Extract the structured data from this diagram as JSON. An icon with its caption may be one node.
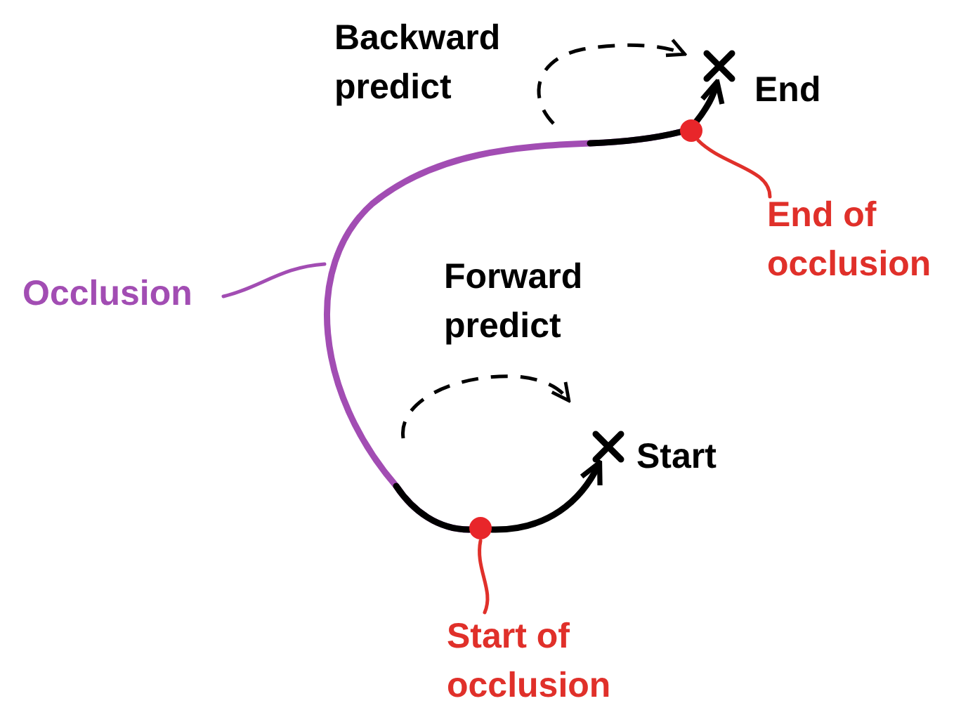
{
  "diagram": {
    "nodes": [
      {
        "text": [],
        "shape": "cross",
        "beside": [
          "End"
        ]
      },
      {
        "text": [],
        "shape": "circle"
      },
      {
        "text": [
          "End of occlusion"
        ]
      },
      {
        "text": [
          "Occlusion"
        ]
      },
      {
        "text": [],
        "shape": "cross",
        "beside": [
          "Start"
        ]
      },
      {
        "text": [],
        "shape": "circle"
      },
      {
        "text": [
          "Start of occlusion"
        ]
      }
    ],
    "edges": [
      {
        "from": 1,
        "to": 0,
        "arrow": "to",
        "style": "thick"
      },
      {
        "from": 5,
        "to": 1,
        "arrow": "none",
        "style": "thick",
        "color": "#a24db3"
      },
      {
        "from": 5,
        "to": 4,
        "arrow": "to",
        "style": "thick"
      },
      {
        "from": 2,
        "to": 1,
        "arrow": "none",
        "color": "#e0302a"
      },
      {
        "from": 3,
        "to": null,
        "arrow": "none",
        "color": "#a24db3"
      },
      {
        "from": 6,
        "to": 5,
        "arrow": "none",
        "color": "#e0302a"
      }
    ],
    "labels": [
      "Backward predict",
      "Forward predict"
    ]
  }
}
